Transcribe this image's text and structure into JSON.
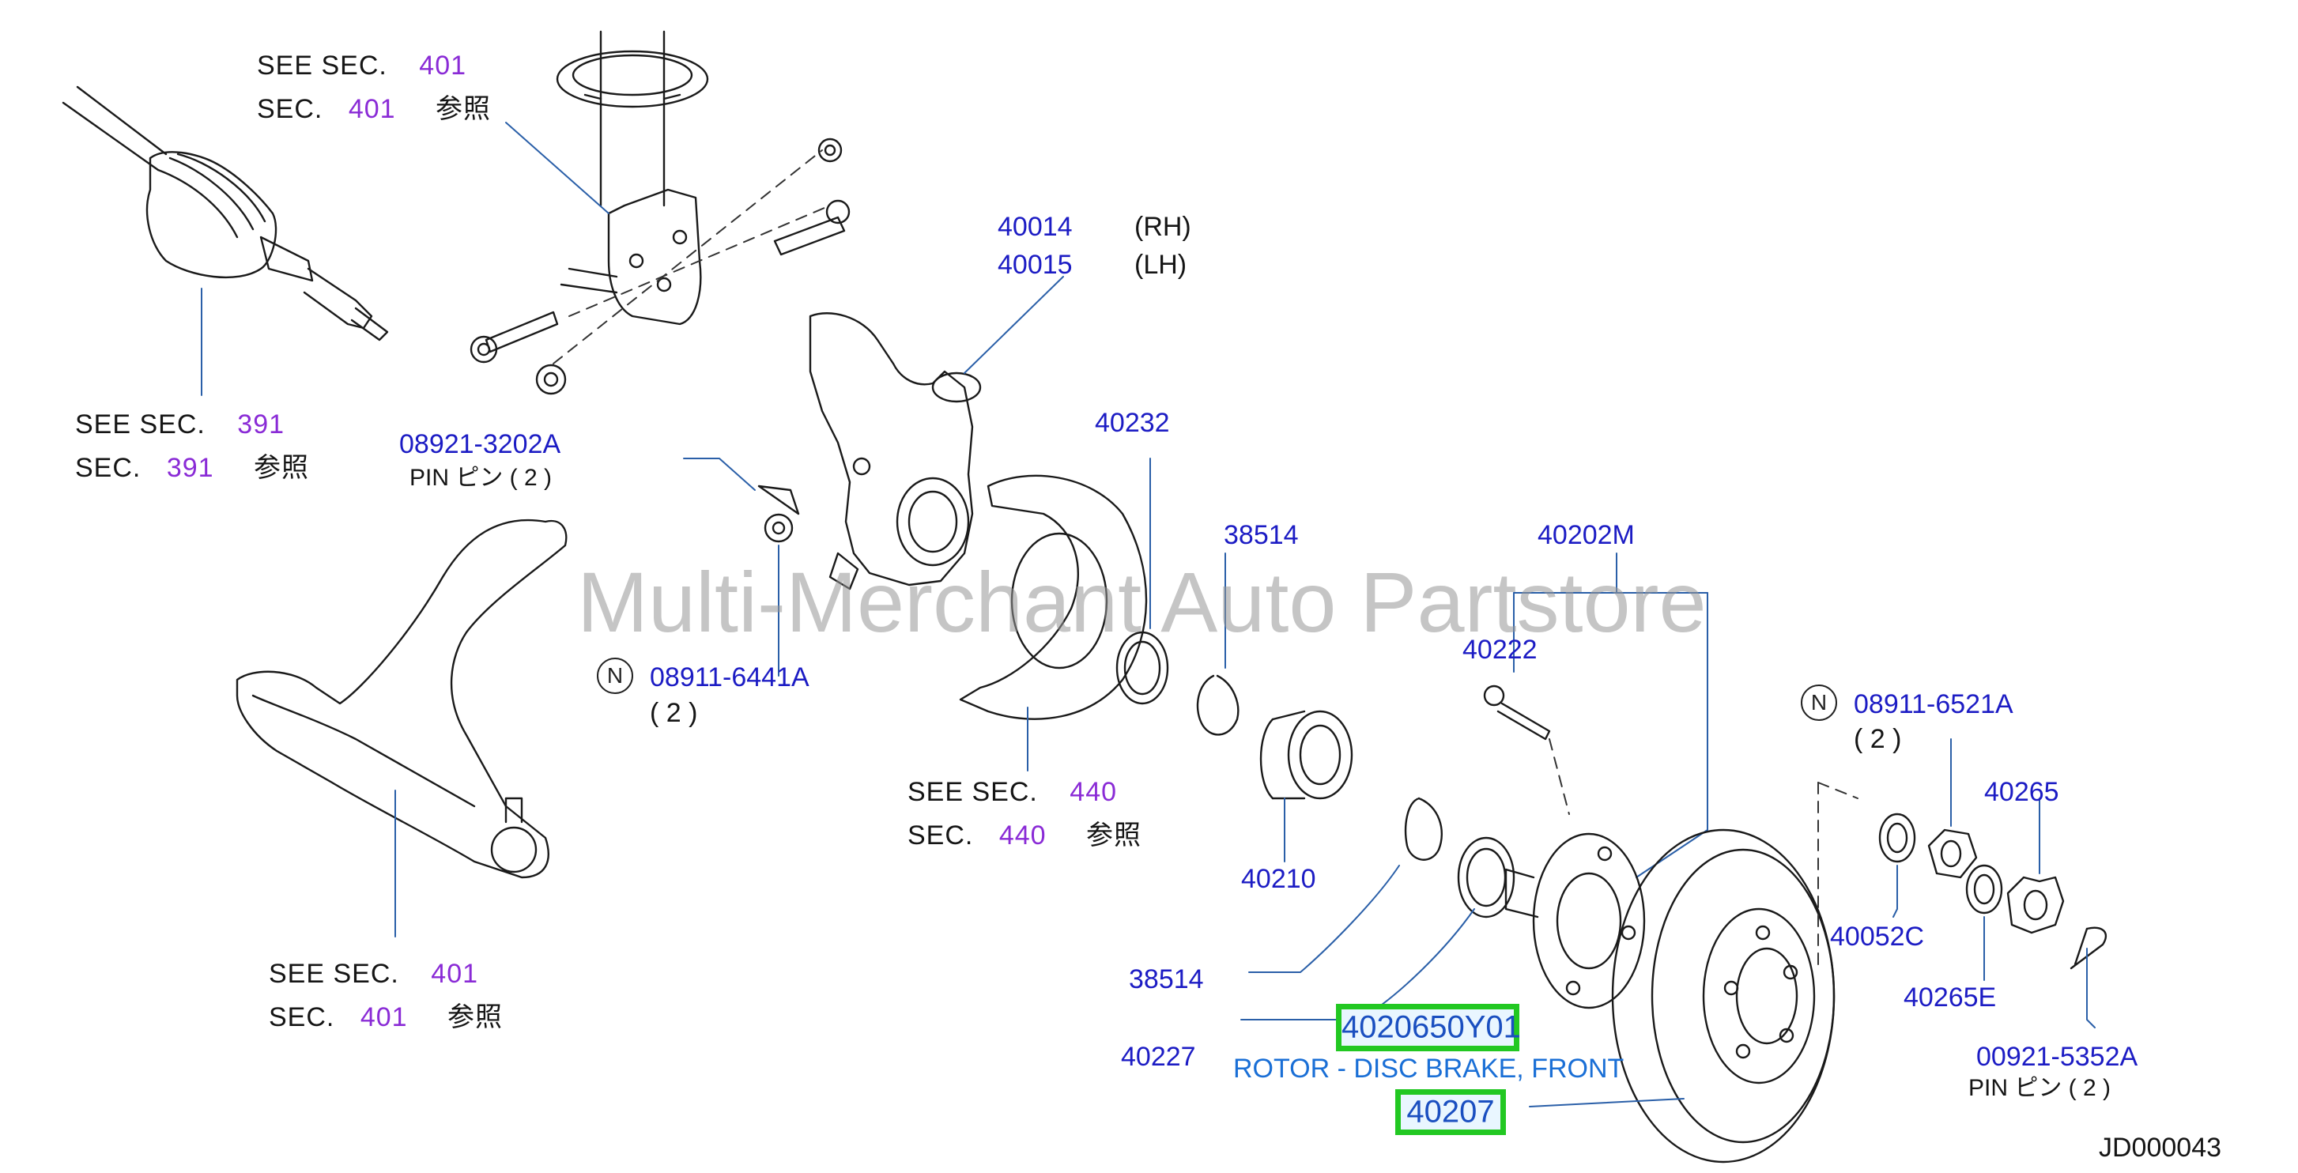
{
  "watermark": "Multi-Merchant Auto Partstore",
  "diagram_id": "JD000043",
  "see_sections": {
    "strut": {
      "line1_prefix": "SEE   SEC.",
      "line1_num": "401",
      "line2_prefix": "SEC.",
      "line2_num": "401",
      "line2_suffix": "参照"
    },
    "driveshaft": {
      "line1_prefix": "SEE   SEC.",
      "line1_num": "391",
      "line2_prefix": "SEC.",
      "line2_num": "391",
      "line2_suffix": "参照"
    },
    "arm": {
      "line1_prefix": "SEE   SEC.",
      "line1_num": "401",
      "line2_prefix": "SEC.",
      "line2_num": "401",
      "line2_suffix": "参照"
    },
    "brake": {
      "line1_prefix": "SEE   SEC.",
      "line1_num": "440",
      "line2_prefix": "SEC.",
      "line2_num": "440",
      "line2_suffix": "参照"
    }
  },
  "parts": {
    "knuckle_rh": "40014",
    "knuckle_rh_side": "(RH)",
    "knuckle_lh": "40015",
    "knuckle_lh_side": "(LH)",
    "pin_top": "08921-3202A",
    "pin_top_desc": "PIN   ピン ( 2   )",
    "n_badge": "N",
    "nut_knuckle": "08911-6441A",
    "nut_knuckle_qty": "( 2   )",
    "seal_outer": "40232",
    "snap_ring_top": "38514",
    "hub_assy": "40202M",
    "bolt_hub": "40222",
    "bearing": "40210",
    "snap_ring_bottom": "38514",
    "seal_inner": "40227",
    "nut_hub": "08911-6521A",
    "nut_hub_qty": "( 2   )",
    "washer": "40052C",
    "nut_axle": "40265",
    "washer_axle": "40265E",
    "cotter_pin": "00921-5352A",
    "cotter_pin_desc": "PIN          ピン ( 2   )"
  },
  "highlight": {
    "part_number": "4020650Y01",
    "description": "ROTOR - DISC BRAKE, FRONT",
    "part_code": "40207"
  },
  "colors": {
    "label_blue": "#1c1cc4",
    "section_purple": "#8a2bd6",
    "highlight_green": "#22c822",
    "highlight_text": "#1a4fc0"
  }
}
